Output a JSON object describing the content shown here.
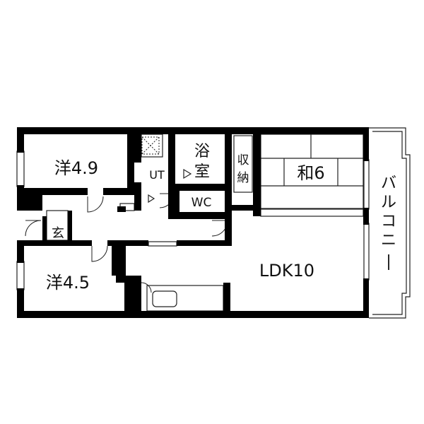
{
  "rooms": {
    "western_a": "洋4.9",
    "bath": "浴\n室",
    "storage": "収\n納",
    "japanese": "和6",
    "utility": "UT",
    "toilet": "WC",
    "entrance": "玄",
    "western_b": "洋4.5",
    "ldk": "LDK10",
    "balcony": "バルコニー"
  },
  "colors": {
    "wall": "#000000",
    "line": "#222222",
    "background": "#ffffff"
  }
}
